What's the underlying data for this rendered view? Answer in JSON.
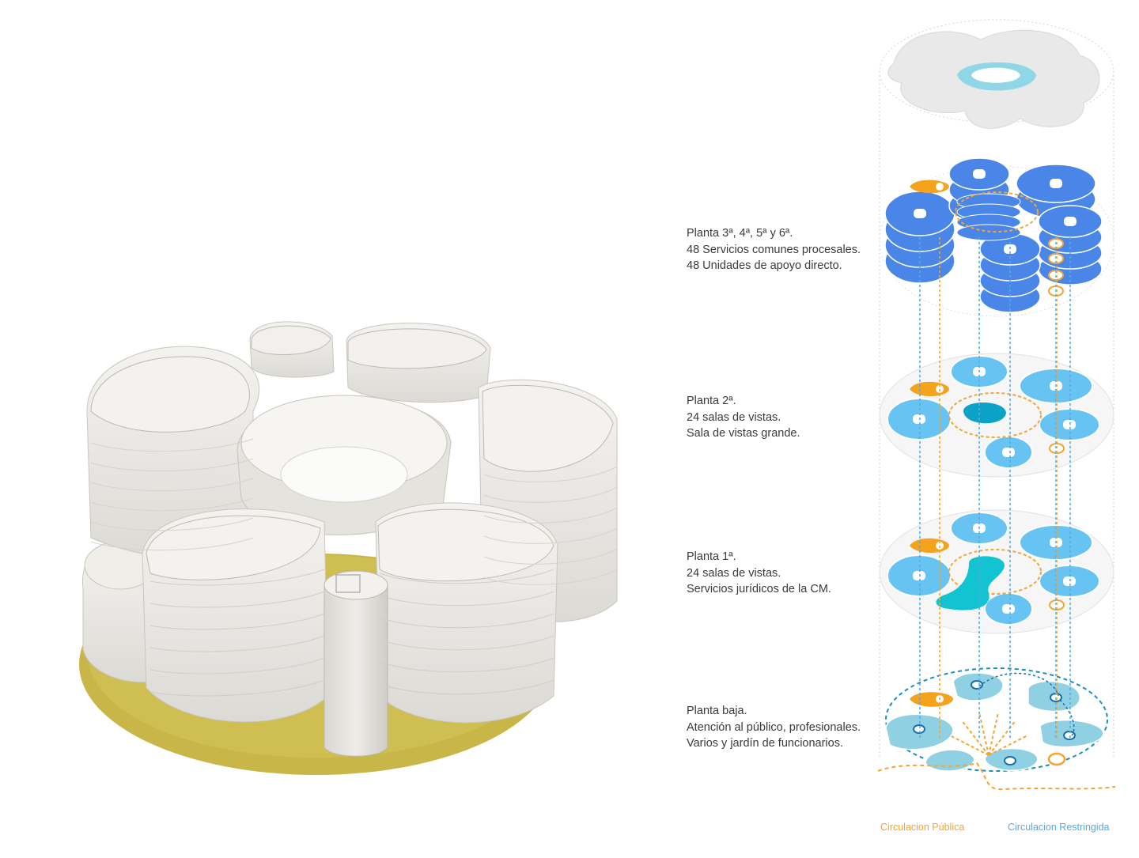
{
  "floors": [
    {
      "id": "upper",
      "lines": [
        "Planta 3ª, 4ª, 5ª y 6ª.",
        "48 Servicios comunes procesales.",
        "48 Unidades de apoyo directo."
      ]
    },
    {
      "id": "second",
      "lines": [
        "Planta 2ª.",
        "24 salas de vistas.",
        "Sala de vistas grande."
      ]
    },
    {
      "id": "first",
      "lines": [
        "Planta 1ª.",
        "24 salas de vistas.",
        "Servicios jurídicos de la CM."
      ]
    },
    {
      "id": "ground",
      "lines": [
        "Planta baja.",
        "Atención al público, profesionales.",
        "Varios y jardín de funcionarios."
      ]
    }
  ],
  "legend": {
    "public": {
      "label": "Circulacion Pública",
      "color": "#f2a533"
    },
    "restricted": {
      "label": "Circulacion Restringida",
      "color": "#5ba8df"
    }
  },
  "colors": {
    "upper_pods": "#4a86e8",
    "mid_pods": "#66c3f2",
    "ground_pods": "#8fd0e3",
    "courtroom_large": "#0aa3c7",
    "legal_services": "#12c3d1",
    "orange_core": "#f5a21d",
    "model_white": "#ecebe7",
    "model_base": "#c8b748"
  }
}
